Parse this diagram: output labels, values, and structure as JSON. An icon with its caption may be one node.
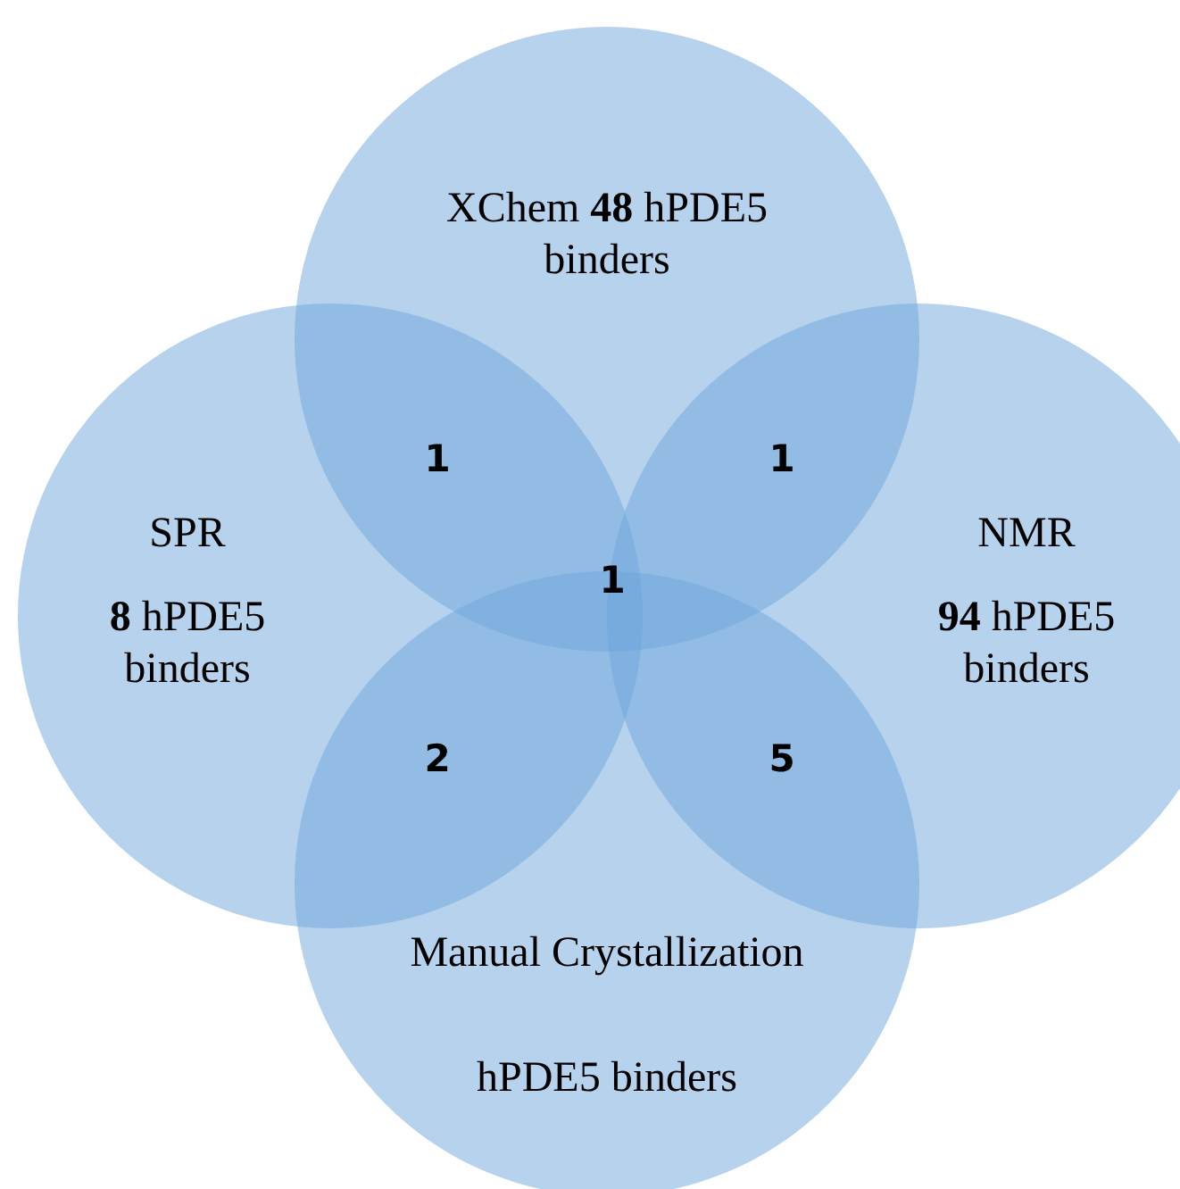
{
  "diagram": {
    "nodes": [
      {
        "text": [
          "XChem **48** hPDE5 binders"
        ]
      },
      {
        "text": [
          "SPR",
          "**8** hPDE5 binders"
        ]
      },
      {
        "text": [
          "NMR",
          "**94** hPDE5 binders"
        ]
      },
      {
        "text": [
          "Manual Crystallization",
          "hPDE5 binders"
        ]
      }
    ],
    "labels": [
      "1",
      "1",
      "1",
      "2",
      "5"
    ]
  }
}
